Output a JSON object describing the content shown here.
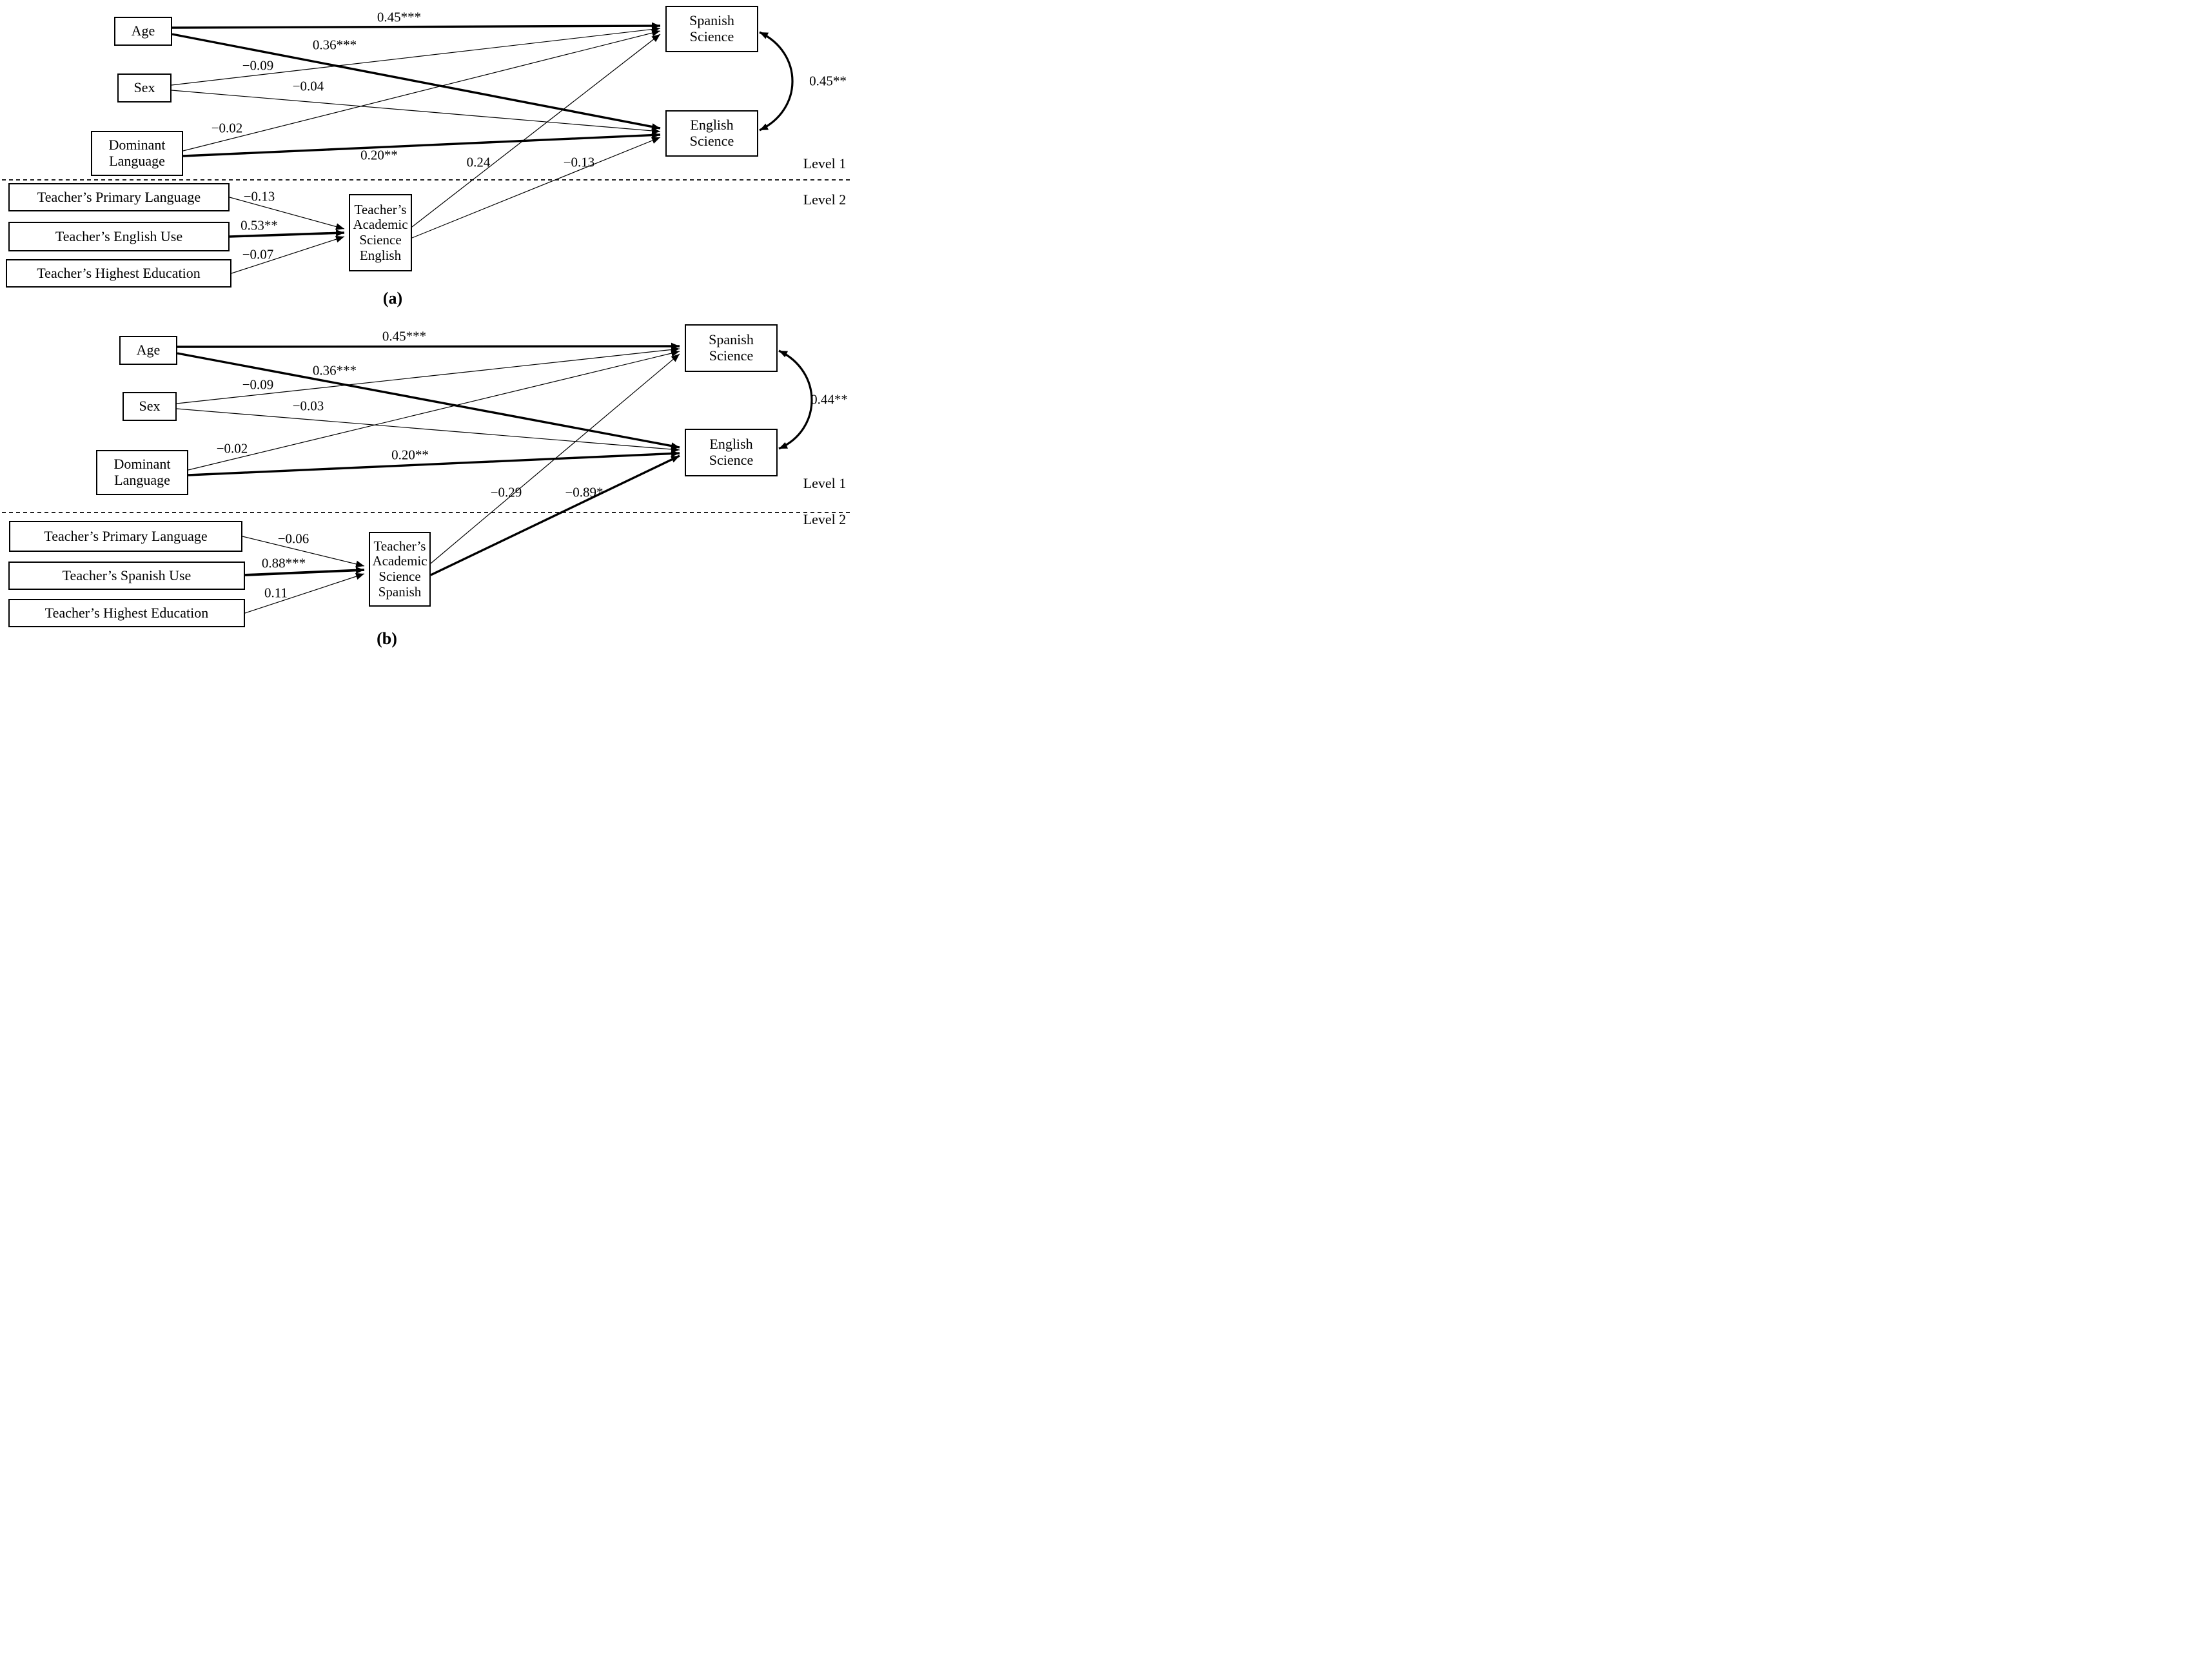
{
  "panel_a": {
    "caption": "(a)",
    "level1_label": "Level 1",
    "level2_label": "Level 2",
    "nodes": {
      "age": {
        "label": "Age"
      },
      "sex": {
        "label": "Sex"
      },
      "dominant_language": {
        "label": "Dominant Language"
      },
      "spanish_science": {
        "label": "Spanish Science"
      },
      "english_science": {
        "label": "English Science"
      },
      "teachers_primary_language": {
        "label": "Teacher’s Primary Language"
      },
      "teachers_english_use": {
        "label": "Teacher’s English Use"
      },
      "teachers_highest_education": {
        "label": "Teacher’s Highest Education"
      },
      "teachers_academic_science_english": {
        "label": "Teacher’s Academic Science English"
      }
    },
    "coefficients": {
      "age_to_spanish": "0.45***",
      "age_to_english": "0.36***",
      "sex_to_spanish": "−0.09",
      "sex_to_english": "−0.04",
      "dominant_language_to_spanish": "−0.02",
      "dominant_language_to_english": "0.20**",
      "tase_to_spanish": "0.24",
      "tase_to_english": "−0.13",
      "spanish_english_correlation": "0.45**",
      "primary_language_to_tase": "−0.13",
      "english_use_to_tase": "0.53**",
      "highest_education_to_tase": "−0.07"
    }
  },
  "panel_b": {
    "caption": "(b)",
    "level1_label": "Level 1",
    "level2_label": "Level 2",
    "nodes": {
      "age": {
        "label": "Age"
      },
      "sex": {
        "label": "Sex"
      },
      "dominant_language": {
        "label": "Dominant Language"
      },
      "spanish_science": {
        "label": "Spanish Science"
      },
      "english_science": {
        "label": "English Science"
      },
      "teachers_primary_language": {
        "label": "Teacher’s Primary Language"
      },
      "teachers_spanish_use": {
        "label": "Teacher’s Spanish Use"
      },
      "teachers_highest_education": {
        "label": "Teacher’s Highest Education"
      },
      "teachers_academic_science_spanish": {
        "label": "Teacher’s Academic Science Spanish"
      }
    },
    "coefficients": {
      "age_to_spanish": "0.45***",
      "age_to_english": "0.36***",
      "sex_to_spanish": "−0.09",
      "sex_to_english": "−0.03",
      "dominant_language_to_spanish": "−0.02",
      "dominant_language_to_english": "0.20**",
      "tass_to_spanish": "−0.29",
      "tass_to_english": "−0.89*",
      "spanish_english_correlation": "0.44**",
      "primary_language_to_tass": "−0.06",
      "spanish_use_to_tass": "0.88***",
      "highest_education_to_tass": "0.11"
    }
  }
}
